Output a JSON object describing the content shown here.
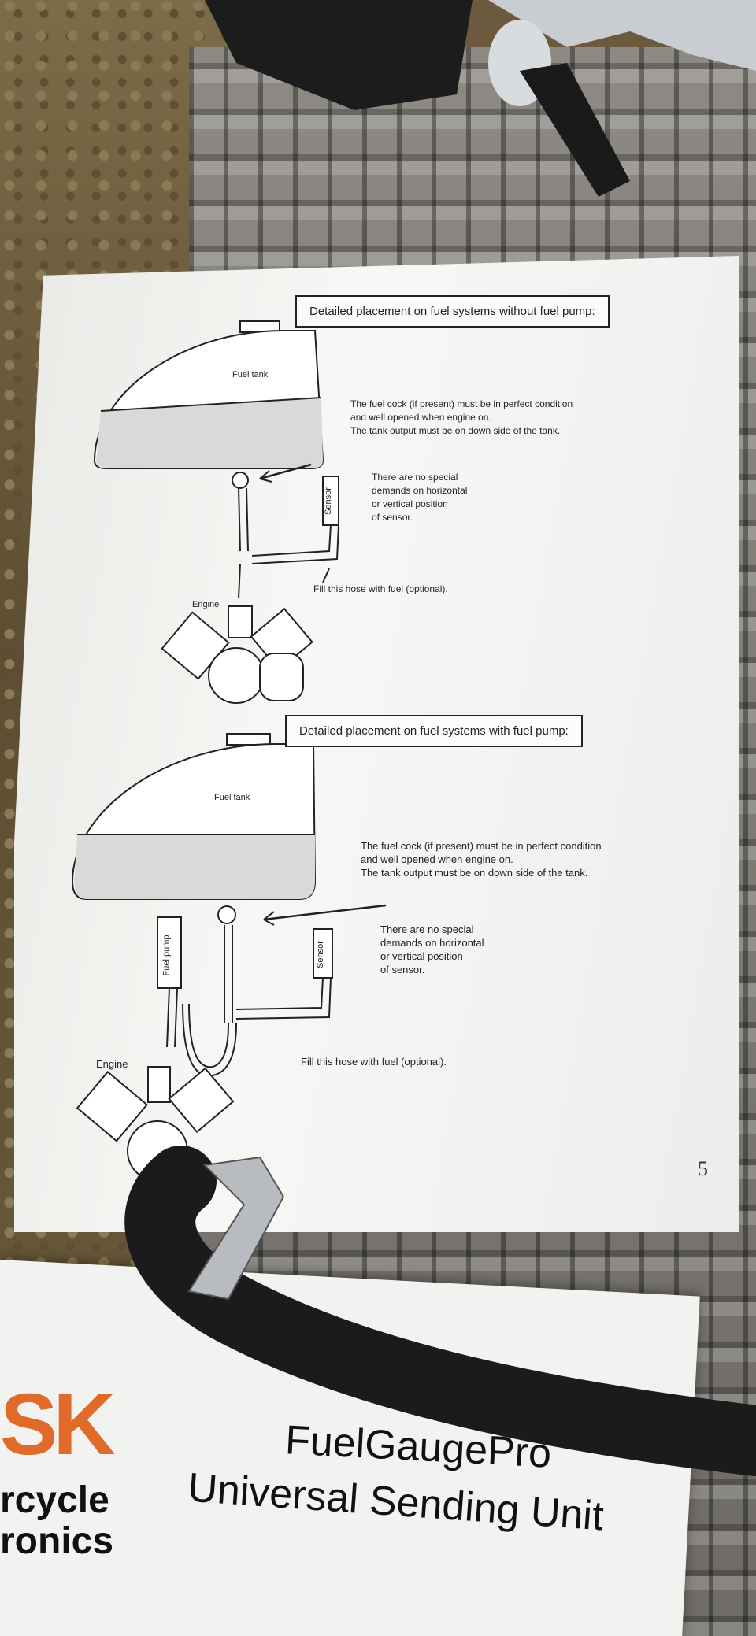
{
  "manual": {
    "section1": {
      "title": "Detailed placement on fuel systems without fuel pump:",
      "tank_label": "Fuel tank",
      "note_cock": "The fuel cock (if present) must be in perfect condition\nand well opened when engine on.\nThe tank output must be on down side of the tank.",
      "note_sensor": "There are no special\ndemands on horizontal\nor vertical position\nof sensor.",
      "sensor_label": "Sensor",
      "hose_note": "Fill this hose with fuel (optional).",
      "engine_label": "Engine"
    },
    "section2": {
      "title": "Detailed placement on fuel systems with fuel pump:",
      "tank_label": "Fuel tank",
      "note_cock": "The fuel cock (if present) must be in perfect condition\nand well opened when engine on.\nThe tank output must be on down side of the tank.",
      "note_sensor": "There are no special\ndemands on horizontal\nor vertical position\nof sensor.",
      "pump_label": "Fuel pump",
      "sensor_label": "Sensor",
      "hose_note": "Fill this hose with fuel (optional).",
      "engine_label": "Engine"
    },
    "page_number": "5"
  },
  "box": {
    "logo_letters": "SK",
    "logo_line1": "rcycle",
    "logo_line2": "ronics",
    "product_line1": "FuelGaugePro",
    "product_line2": "Universal Sending Unit"
  },
  "colors": {
    "logo_accent": "#e06a2a",
    "hose": "#1b1b1b"
  }
}
